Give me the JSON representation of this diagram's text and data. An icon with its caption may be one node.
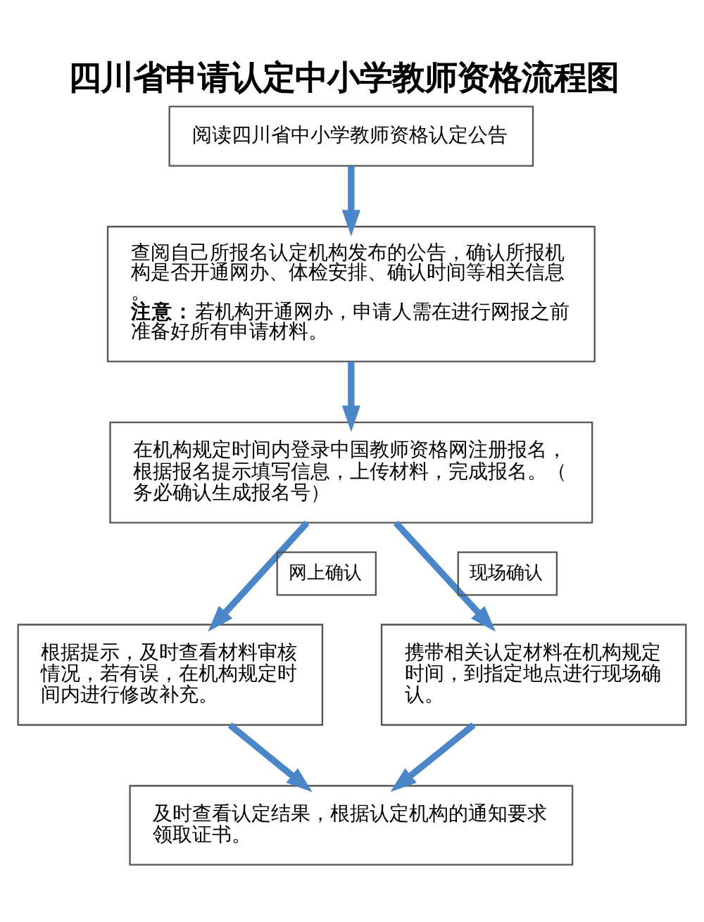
{
  "diagram": {
    "title": "四川省申请认定中小学教师资格流程图",
    "nodes": [
      {
        "text": [
          "阅读四川省中小学教师资格认定公告"
        ]
      },
      {
        "text": [
          "查阅自己所报名认定机构发布的公告，确认所报机构是否开通网办、体检安排、确认时间等相关信息。",
          "**注意：**若机构开通网办，申请人需在进行网报之前准备好所有申请材料。"
        ]
      },
      {
        "text": [
          "在机构规定时间内登录中国教师资格网注册报名，根据报名提示填写信息，上传材料，完成报名。（务必确认生成报名号）"
        ]
      },
      {
        "text": [
          "根据提示，及时查看材料审核情况，若有误，在机构规定时间内进行修改补充。"
        ]
      },
      {
        "text": [
          "携带相关认定材料在机构规定时间，到指定地点进行现场确认。"
        ]
      },
      {
        "text": [
          "及时查看认定结果，根据认定机构的通知要求领取证书。"
        ]
      }
    ],
    "edges": [
      {
        "from": 0,
        "to": 1,
        "arrow": "to"
      },
      {
        "from": 1,
        "to": 2,
        "arrow": "to"
      },
      {
        "from": 2,
        "to": 3,
        "arrow": "to",
        "label": "网上确认"
      },
      {
        "from": 2,
        "to": 4,
        "arrow": "to",
        "label": "现场确认"
      },
      {
        "from": 3,
        "to": 5,
        "arrow": "to"
      },
      {
        "from": 4,
        "to": 5,
        "arrow": "to"
      }
    ]
  }
}
